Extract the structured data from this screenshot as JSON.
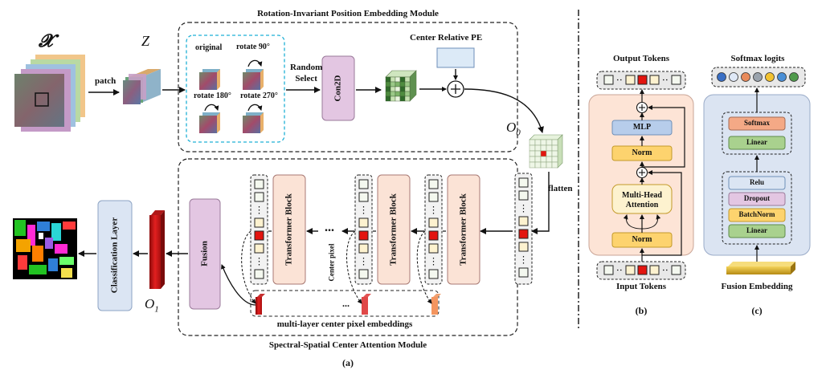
{
  "panel_a": {
    "caption": "(a)",
    "top_module_title": "Rotation-Invariant Position Embedding Module",
    "bottom_module_title": "Spectral-Spatial Center Attention Module",
    "input_symbol": "𝓧",
    "z_symbol": "Z",
    "patch_label": "patch",
    "rot_labels": [
      "original",
      "rotate 90°",
      "rotate 180°",
      "rotate 270°"
    ],
    "random_select": "Random\nSelect",
    "conv_label": "Con2D",
    "center_pe_label": "Center Relative PE",
    "o0_symbol": "O",
    "o0_sub": "0",
    "flatten_label": "flatten",
    "transformer_label": "Transformer Block",
    "fusion_label": "Fusion",
    "center_pixel_label": "Center pixel",
    "embeddings_label": "multi-layer center pixel embeddings",
    "o1_symbol": "O",
    "o1_sub": "1",
    "classification_label": "Classification Layer",
    "ellipsis": "..."
  },
  "panel_b": {
    "caption": "(b)",
    "output_tokens": "Output Tokens",
    "input_tokens": "Input Tokens",
    "mlp": "MLP",
    "norm": "Norm",
    "attention": "Multi-Head\nAttention",
    "plus": "+"
  },
  "panel_c": {
    "caption": "(c)",
    "softmax_logits": "Softmax logits",
    "softmax": "Softmax",
    "linear": "Linear",
    "relu": "Relu",
    "dropout": "Dropout",
    "batchnorm": "BatchNorm",
    "fusion_embedding": "Fusion Embedding",
    "logit_colors": [
      "#3a6fc4",
      "#dfe8f6",
      "#e98a5a",
      "#9aa3ad",
      "#f2c230",
      "#4a8fd6",
      "#4f9a4b"
    ]
  },
  "colors": {
    "token_cream": "#fdf2cf",
    "token_red": "#e3140f",
    "transformer_fill": "#fbe3d6",
    "fusion_fill": "#e3c6e2",
    "classification_fill": "#dbe5f3",
    "mlp_fill": "#b7cdeb",
    "norm_fill": "#fdd36e",
    "green_fill": "#a9d18e",
    "relu_fill": "#dbe5f3",
    "dropout_fill": "#e3c6e2",
    "panel_b_bg": "#fde4d6",
    "panel_c_bg": "#dbe4f2"
  }
}
